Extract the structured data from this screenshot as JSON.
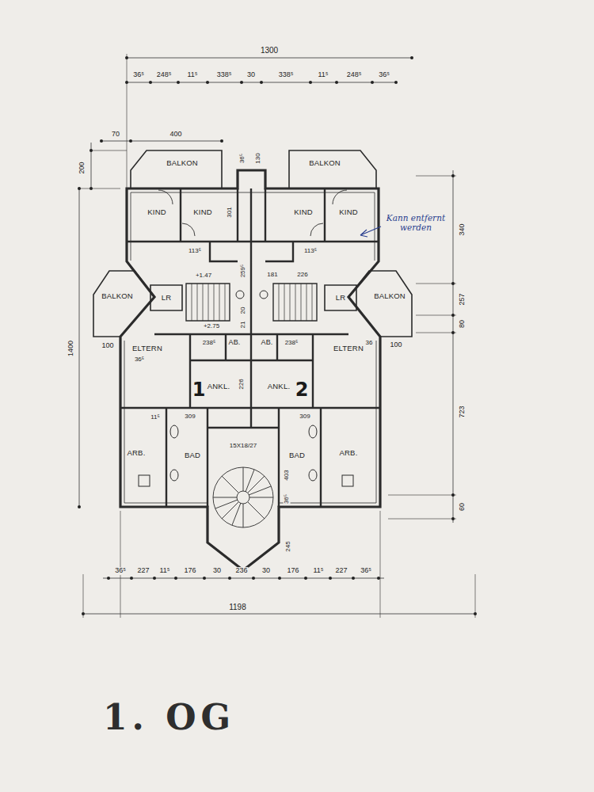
{
  "diagram": {
    "title": "1. OG",
    "labels": [
      "1300",
      "36⁵",
      "248⁵",
      "11⁵",
      "338⁵",
      "30",
      "338⁵",
      "11⁵",
      "248⁵",
      "36⁵",
      "70",
      "400",
      "BALKON",
      "36⁵",
      "130",
      "BALKON",
      "200",
      "KIND",
      "KIND",
      "301",
      "KIND",
      "KIND",
      "Kann entfernt werden",
      "340",
      "113⁵",
      "113⁵",
      "+1.47",
      "259⁵",
      "181",
      "226",
      "BALKON",
      "LR",
      "LR",
      "BALKON",
      "257",
      "20",
      "+2.75",
      "21",
      "80",
      "ELTERN",
      "AB.",
      "AB.",
      "238⁵",
      "238⁵",
      "ELTERN",
      "100",
      "36⁵",
      "36",
      "100",
      "1400",
      "ANKL.",
      "226",
      "ANKL.",
      "1",
      "2",
      "723",
      "11⁵",
      "309",
      "309",
      "BAD",
      "BAD",
      "ARB.",
      "ARB.",
      "15X18/27",
      "403",
      "36⁵",
      "60",
      "245",
      "36⁵",
      "227",
      "11⁵",
      "176",
      "30",
      "236",
      "30",
      "176",
      "11⁵",
      "227",
      "36⁵",
      "1198"
    ]
  }
}
